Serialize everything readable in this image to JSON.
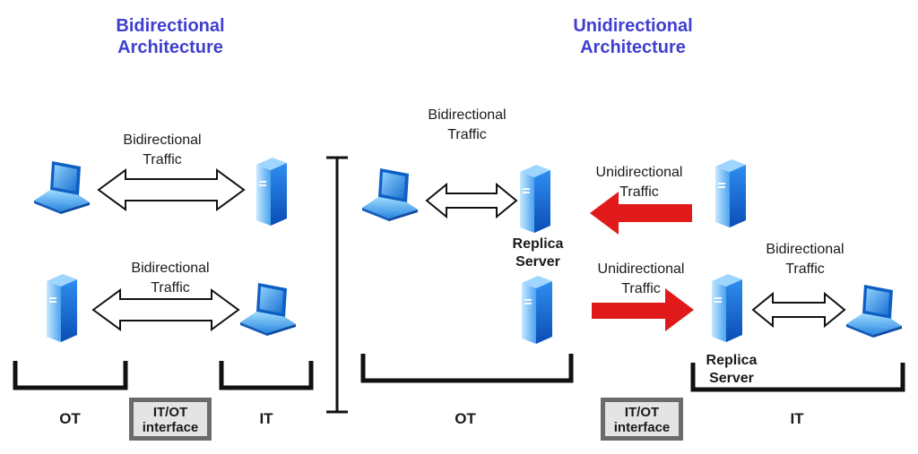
{
  "headings": {
    "left": "Bidirectional\nArchitecture",
    "right": "Unidirectional\nArchitecture"
  },
  "traffic_labels": {
    "bi_left_top": "Bidirectional\nTraffic",
    "bi_left_bottom": "Bidirectional\nTraffic",
    "bi_right_top": "Bidirectional\nTraffic",
    "uni_top": "Unidirectional\nTraffic",
    "uni_bottom": "Unidirectional\nTraffic",
    "bi_right_bottom": "Bidirectional\nTraffic"
  },
  "replica_labels": {
    "top": "Replica\nServer",
    "bottom": "Replica\nServer"
  },
  "zones": {
    "left_ot": "OT",
    "left_it": "IT",
    "right_ot": "OT",
    "right_it": "IT"
  },
  "interfaces": {
    "left": "IT/OT\ninterface",
    "right": "IT/OT\ninterface"
  },
  "colors": {
    "heading": "#3f3fd0",
    "unidirectional_arrow": "#e01a1a",
    "bracket": "#111111",
    "interface_border": "#6b6b6b",
    "interface_fill": "#e4e4e4",
    "device_blue": "#1f7de0"
  },
  "icons": {
    "laptop": "laptop-icon",
    "server": "server-icon"
  }
}
